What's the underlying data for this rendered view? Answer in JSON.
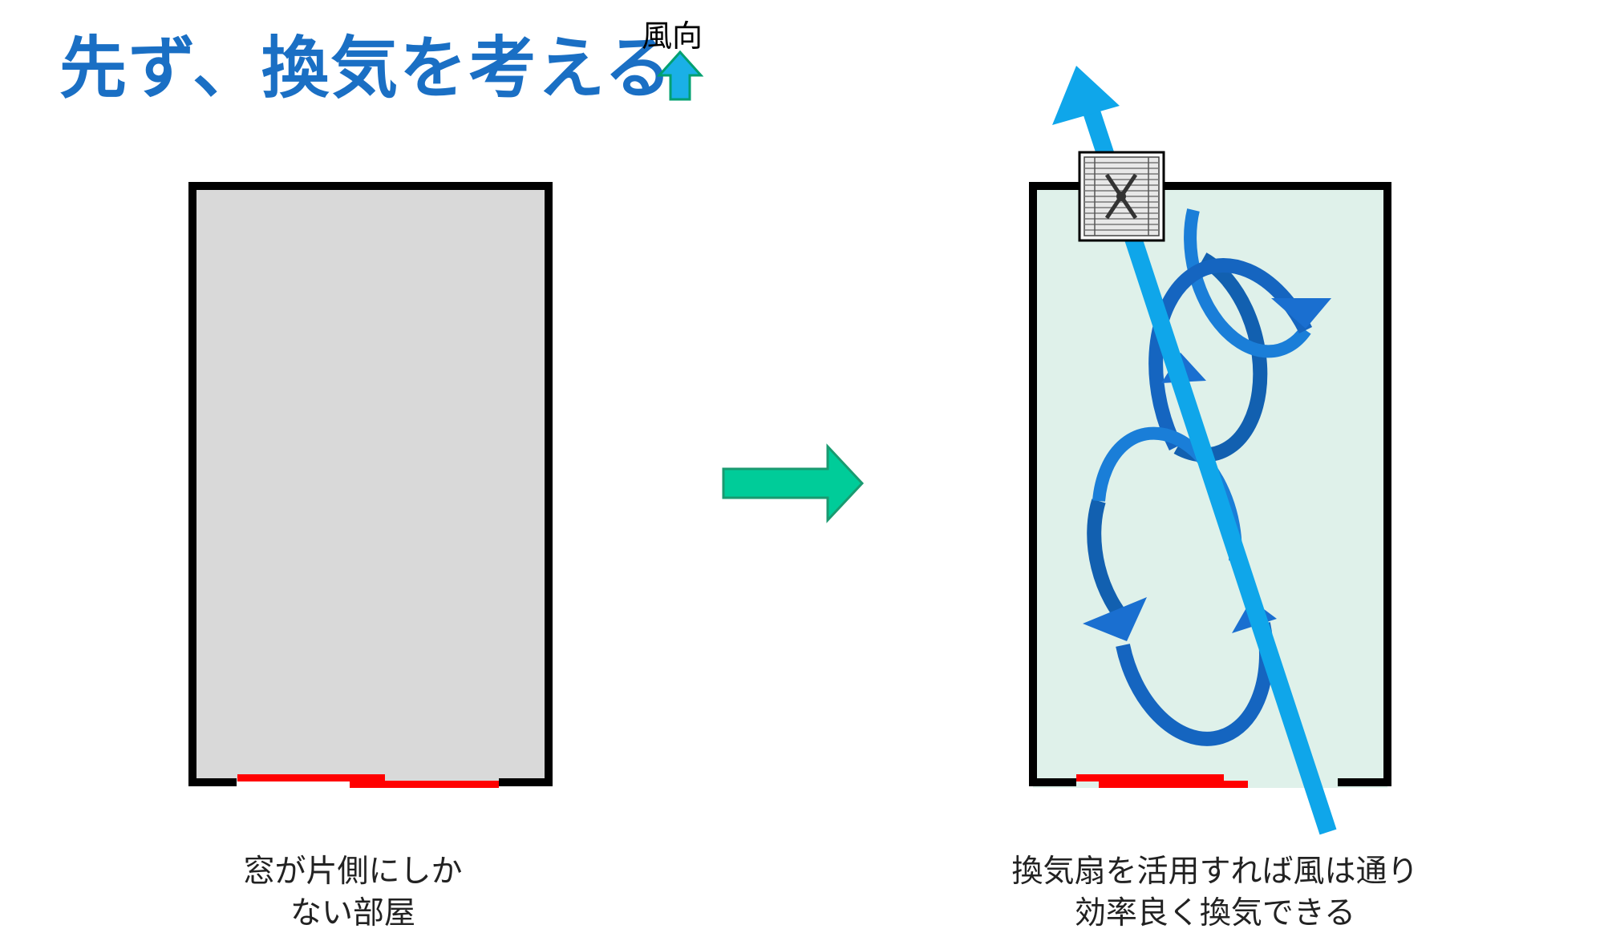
{
  "title": "先ず、換気を考える",
  "legend": {
    "label": "風向"
  },
  "captions": {
    "left": [
      "窓が片側にしか",
      "ない部屋"
    ],
    "right": [
      "換気扇を活用すれば風は通り",
      "効率良く換気できる"
    ]
  },
  "colors": {
    "title": "#1a6fc4",
    "wall": "#000000",
    "left_room_fill": "#d9d9d9",
    "right_room_fill": "#dff1ea",
    "window": "#ff0000",
    "airflow_straight": "#0fa6ea",
    "airflow_circular": "#1565c0",
    "transition_arrow": "#00cc99",
    "legend_arrow": "#1ab0e6"
  }
}
